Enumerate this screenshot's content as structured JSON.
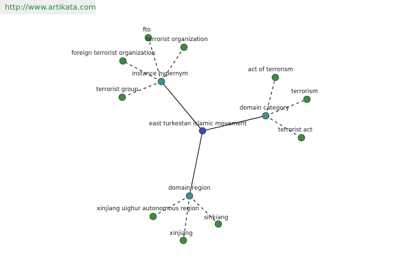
{
  "site_url": "http://www.artikata.com",
  "colors": {
    "center_node": "#3d4fa0",
    "relation_node": "#3f8d8d",
    "leaf_node": "#3f8a3f"
  },
  "graph": {
    "center": {
      "id": "center",
      "label": "east turkestan islamic movement",
      "kind": "center"
    },
    "relations": [
      {
        "id": "instance-hypernym",
        "label": "instance hypernym",
        "kind": "relation",
        "terms": [
          {
            "id": "fto",
            "label": "fto"
          },
          {
            "id": "terrorist-organization",
            "label": "terrorist organization"
          },
          {
            "id": "foreign-terrorist-organization",
            "label": "foreign terrorist organization"
          },
          {
            "id": "terrorist-group",
            "label": "terrorist group"
          }
        ]
      },
      {
        "id": "domain-category",
        "label": "domain category",
        "kind": "relation",
        "terms": [
          {
            "id": "act-of-terrorism",
            "label": "act of terrorism"
          },
          {
            "id": "terrorism",
            "label": "terrorism"
          },
          {
            "id": "terrorist-act",
            "label": "terrorist act"
          }
        ]
      },
      {
        "id": "domain-region",
        "label": "domain region",
        "kind": "relation",
        "terms": [
          {
            "id": "xinjiang-uighur-autonomous-region",
            "label": "xinjiang uighur autonomous region"
          },
          {
            "id": "sinkiang",
            "label": "sinkiang"
          },
          {
            "id": "xinjiang",
            "label": "xinjiang"
          }
        ]
      }
    ]
  }
}
